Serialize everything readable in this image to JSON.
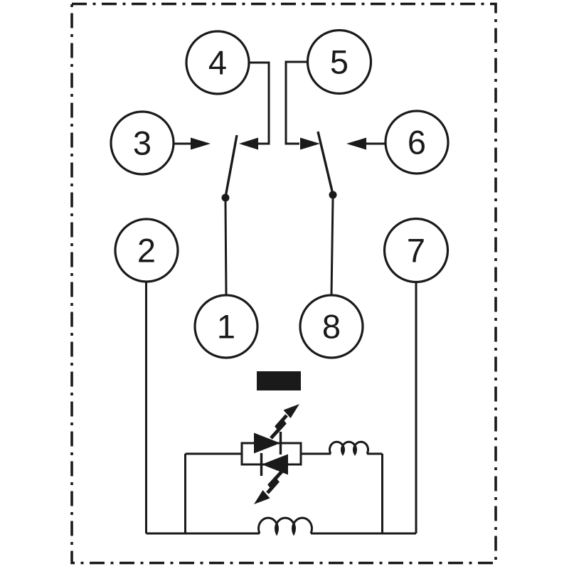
{
  "meta": {
    "figure_type": "relay internal wiring schematic (DPDT relay with indicator diodes and coils)"
  },
  "colors": {
    "background": "#ffffff",
    "line": "#1a1a1a"
  },
  "terminals": {
    "t1": {
      "label": "1"
    },
    "t2": {
      "label": "2"
    },
    "t3": {
      "label": "3"
    },
    "t4": {
      "label": "4"
    },
    "t5": {
      "label": "5"
    },
    "t6": {
      "label": "6"
    },
    "t7": {
      "label": "7"
    },
    "t8": {
      "label": "8"
    }
  },
  "symbols": {
    "boundary": "dash-dot component outline",
    "left_contact": "changeover contact with pointer arrows (terminals 3-4, common 1)",
    "right_contact": "changeover contact with pointer arrows (terminals 5-6, common 8)",
    "indicator": "anti-parallel diode pair with surge arrows",
    "series_coil": "3-loop inductor",
    "main_coil": "3-loop inductor",
    "bar_marker": "solid black bar"
  }
}
